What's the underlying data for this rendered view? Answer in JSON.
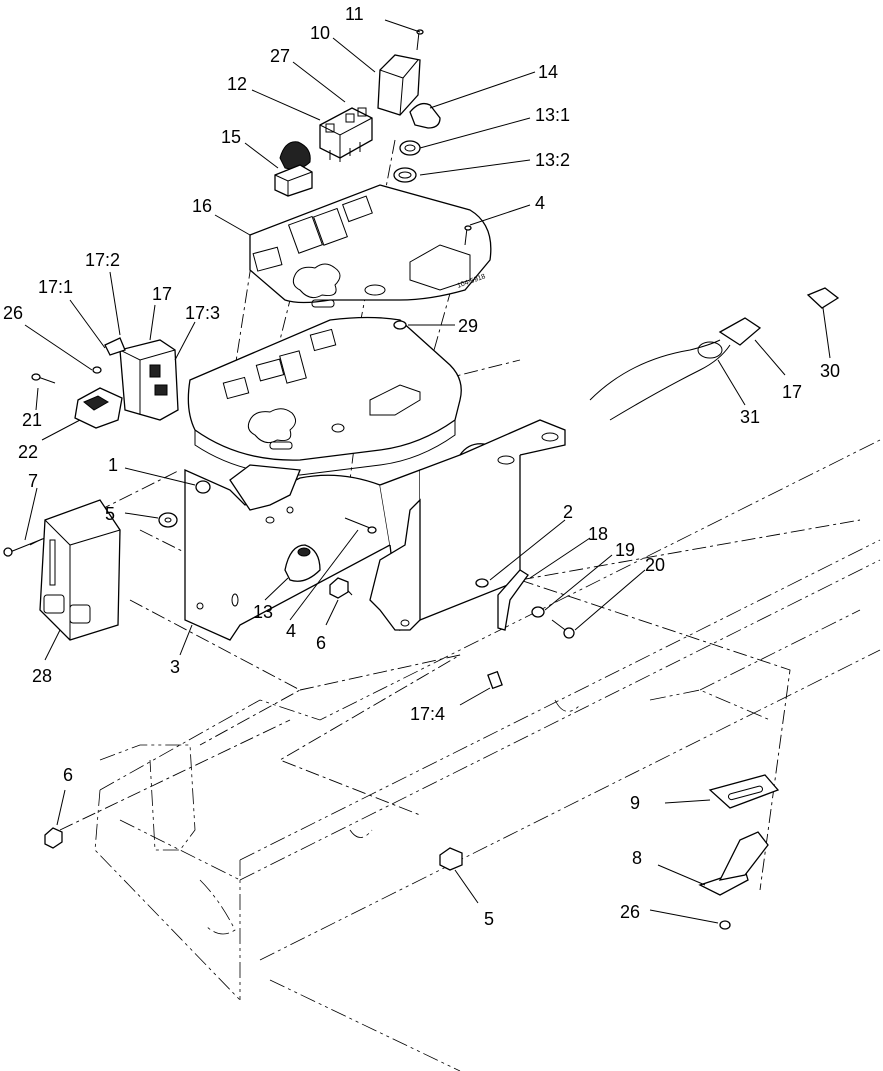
{
  "diagram": {
    "callouts": [
      {
        "id": "c11",
        "text": "11"
      },
      {
        "id": "c10",
        "text": "10"
      },
      {
        "id": "c14",
        "text": "14"
      },
      {
        "id": "c27",
        "text": "27"
      },
      {
        "id": "c12",
        "text": "12"
      },
      {
        "id": "c13_1",
        "text": "13:1"
      },
      {
        "id": "c15",
        "text": "15"
      },
      {
        "id": "c13_2",
        "text": "13:2"
      },
      {
        "id": "c16",
        "text": "16"
      },
      {
        "id": "c4a",
        "text": "4"
      },
      {
        "id": "c17_2",
        "text": "17:2"
      },
      {
        "id": "c17_1",
        "text": "17:1"
      },
      {
        "id": "c17a",
        "text": "17"
      },
      {
        "id": "c17_3",
        "text": "17:3"
      },
      {
        "id": "c26a",
        "text": "26"
      },
      {
        "id": "c29",
        "text": "29"
      },
      {
        "id": "c30",
        "text": "30"
      },
      {
        "id": "c21",
        "text": "21"
      },
      {
        "id": "c22",
        "text": "22"
      },
      {
        "id": "c17b",
        "text": "17"
      },
      {
        "id": "c31",
        "text": "31"
      },
      {
        "id": "c1",
        "text": "1"
      },
      {
        "id": "c7",
        "text": "7"
      },
      {
        "id": "c5a",
        "text": "5"
      },
      {
        "id": "c2",
        "text": "2"
      },
      {
        "id": "c18",
        "text": "18"
      },
      {
        "id": "c19",
        "text": "19"
      },
      {
        "id": "c20",
        "text": "20"
      },
      {
        "id": "c13",
        "text": "13"
      },
      {
        "id": "c4b",
        "text": "4"
      },
      {
        "id": "c6a",
        "text": "6"
      },
      {
        "id": "c3",
        "text": "3"
      },
      {
        "id": "c28",
        "text": "28"
      },
      {
        "id": "c17_4",
        "text": "17:4"
      },
      {
        "id": "c6b",
        "text": "6"
      },
      {
        "id": "c9",
        "text": "9"
      },
      {
        "id": "c8",
        "text": "8"
      },
      {
        "id": "c26b",
        "text": "26"
      },
      {
        "id": "c5b",
        "text": "5"
      }
    ],
    "panel_label": "104-5918"
  }
}
